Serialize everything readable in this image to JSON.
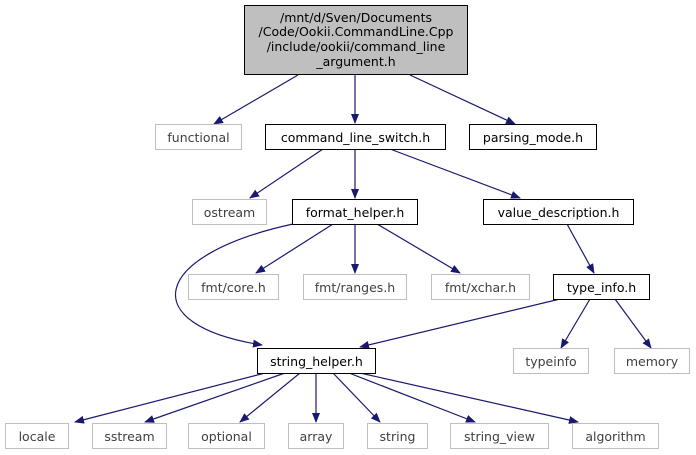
{
  "root": {
    "lines": [
      "/mnt/d/Sven/Documents",
      "/Code/Ookii.CommandLine.Cpp",
      "/include/ookii/command_line",
      "_argument.h"
    ]
  },
  "nodes": {
    "functional": "functional",
    "command_line_switch": "command_line_switch.h",
    "parsing_mode": "parsing_mode.h",
    "ostream": "ostream",
    "format_helper": "format_helper.h",
    "value_description": "value_description.h",
    "fmt_core": "fmt/core.h",
    "fmt_ranges": "fmt/ranges.h",
    "fmt_xchar": "fmt/xchar.h",
    "type_info": "type_info.h",
    "string_helper": "string_helper.h",
    "typeinfo": "typeinfo",
    "memory": "memory",
    "locale": "locale",
    "sstream": "sstream",
    "optional": "optional",
    "array": "array",
    "string": "string",
    "string_view": "string_view",
    "algorithm": "algorithm"
  },
  "colors": {
    "edge": "#191970",
    "root_fill": "#bfbfbf",
    "external_border": "#bfbfbf",
    "internal_border": "#000000"
  }
}
